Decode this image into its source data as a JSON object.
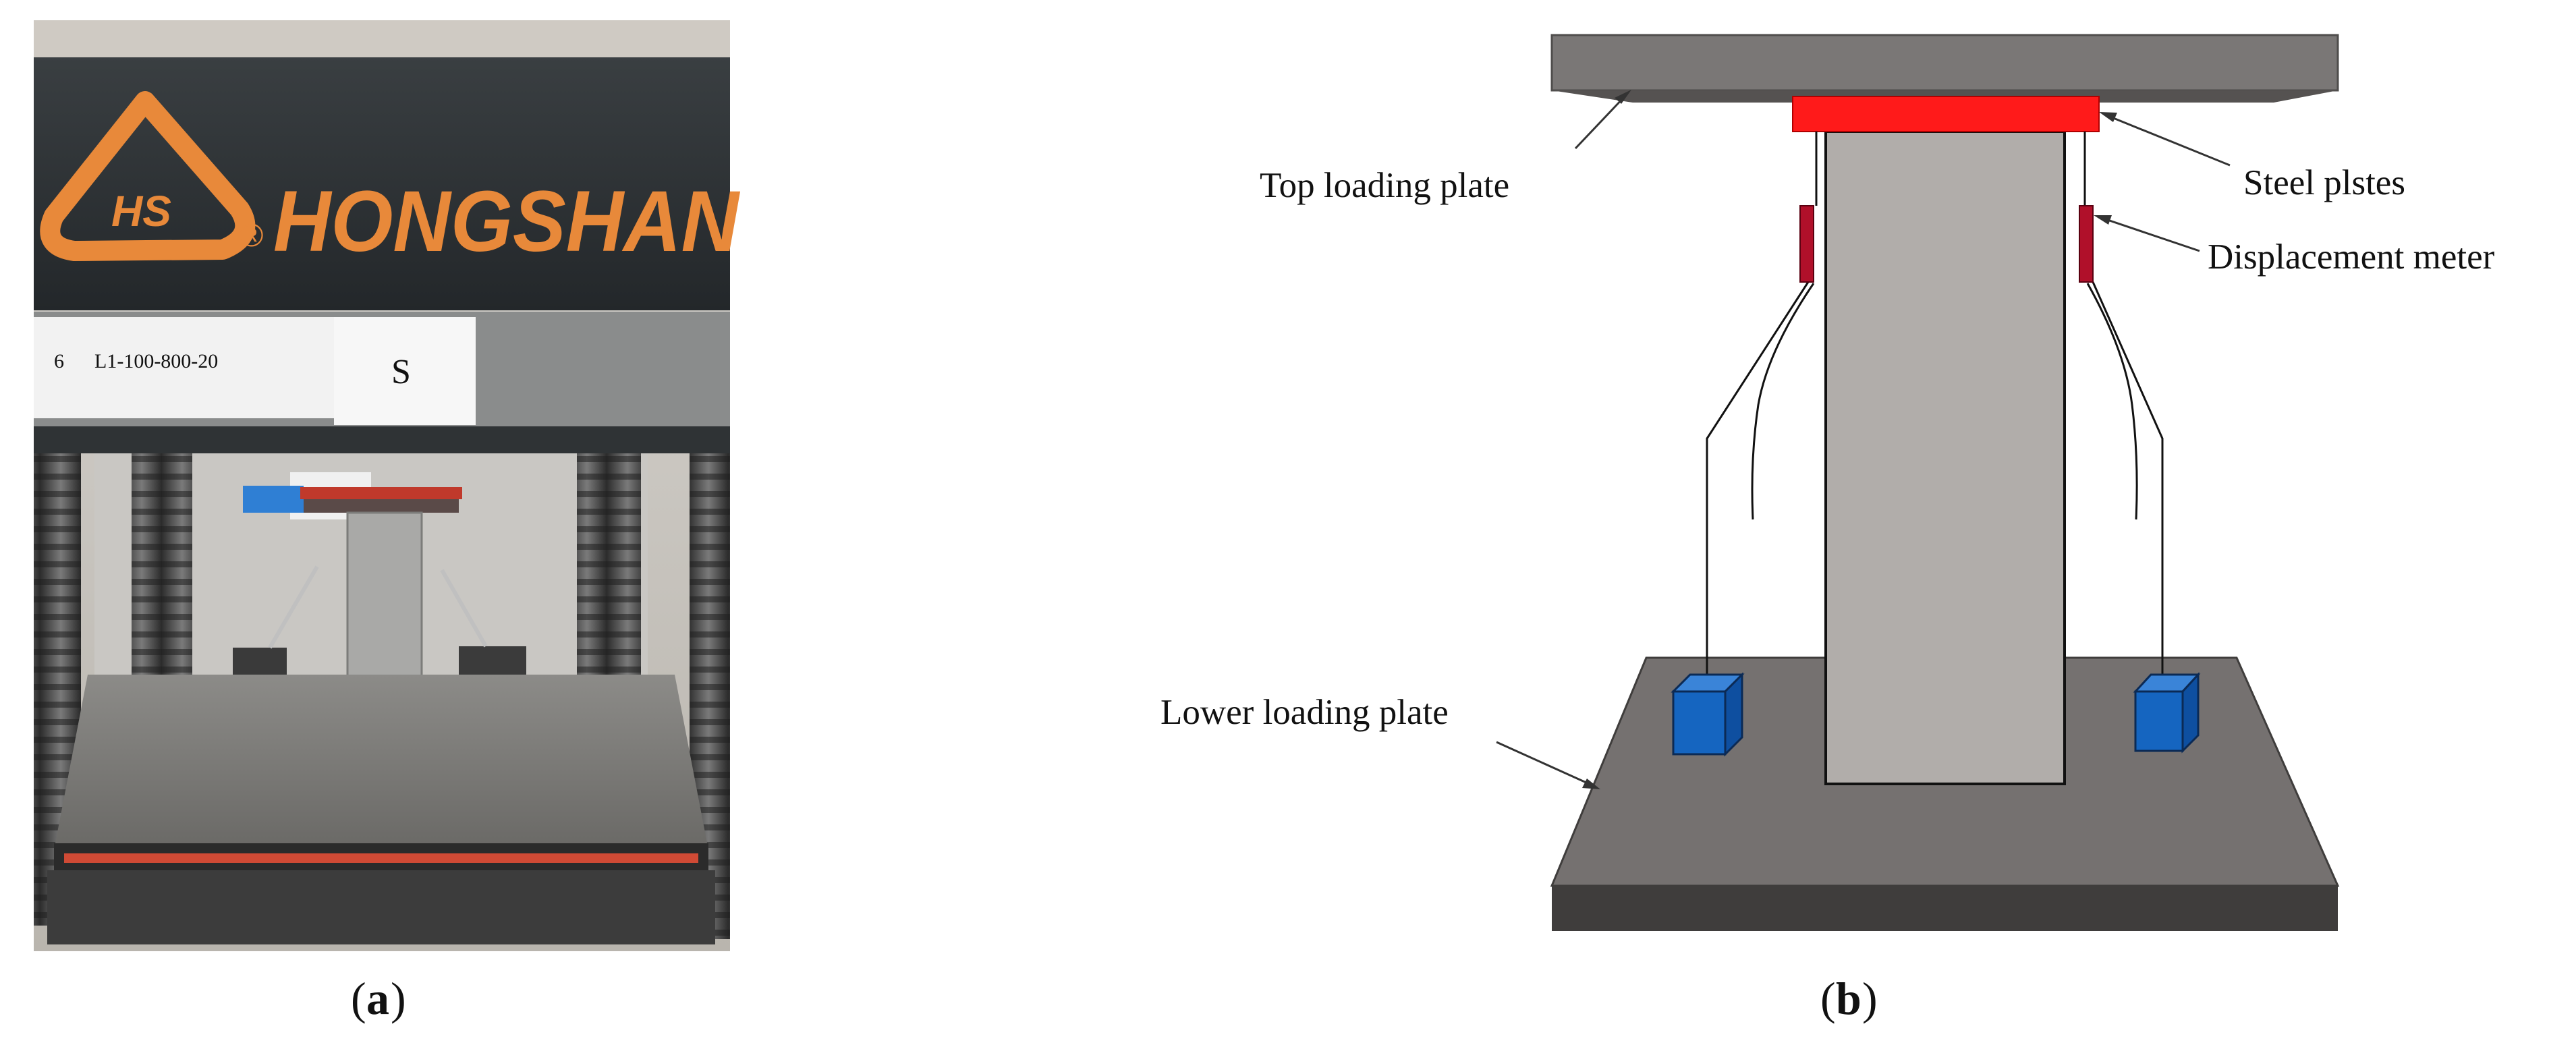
{
  "panel_a": {
    "caption_open": "(",
    "caption_letter": "a",
    "caption_close": ")",
    "photo": {
      "brand_logo_text": "HS",
      "brand_registered": "®",
      "brand_name": "HONGSHAN",
      "specimen_number": "6",
      "specimen_code": "L1-100-800-20",
      "specimen_sign": "S"
    }
  },
  "panel_b": {
    "caption_open": "(",
    "caption_letter": "b",
    "caption_close": ")",
    "labels": {
      "top_loading_plate": "Top loading plate",
      "steel_plates": "Steel plstes",
      "displacement_meter": "Displacement meter",
      "lower_loading_plate": "Lower loading plate"
    },
    "colors": {
      "top_plate": "#7a7776",
      "top_plate_edge": "#4f4d4c",
      "steel_plate": "#ff1a1a",
      "column": "#b1adaa",
      "lower_plate": "#757170",
      "lower_plate_edge": "#3f3d3c",
      "displacement_meter": "#b0102a",
      "sensor_block": "#1565c0"
    }
  }
}
